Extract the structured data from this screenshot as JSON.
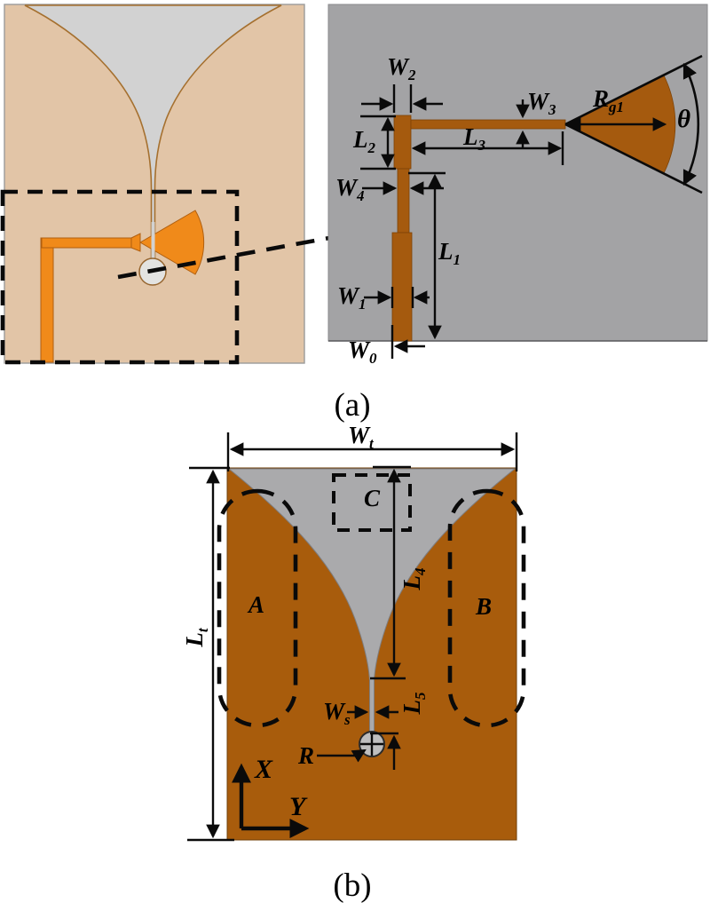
{
  "figure": {
    "captions": {
      "a": "(a)",
      "b": "(b)"
    },
    "labels": {
      "w2": {
        "base": "W",
        "sub": "2"
      },
      "l2": {
        "base": "L",
        "sub": "2"
      },
      "w3": {
        "base": "W",
        "sub": "3"
      },
      "l3": {
        "base": "L",
        "sub": "3"
      },
      "rg1": {
        "base": "R",
        "sub": "g1"
      },
      "theta": {
        "base": "θ",
        "sub": ""
      },
      "w4": {
        "base": "W",
        "sub": "4"
      },
      "l1": {
        "base": "L",
        "sub": "1"
      },
      "w1": {
        "base": "W",
        "sub": "1"
      },
      "w0": {
        "base": "W",
        "sub": "0"
      },
      "wt": {
        "base": "W",
        "sub": "t"
      },
      "lt": {
        "base": "L",
        "sub": "t"
      },
      "l4": {
        "base": "L",
        "sub": "4"
      },
      "l5": {
        "base": "L",
        "sub": "5"
      },
      "ws": {
        "base": "W",
        "sub": "s"
      },
      "r": {
        "base": "R",
        "sub": ""
      },
      "region_a": {
        "base": "A",
        "sub": ""
      },
      "region_b": {
        "base": "B",
        "sub": ""
      },
      "region_c": {
        "base": "C",
        "sub": ""
      },
      "axis_x": {
        "base": "X",
        "sub": ""
      },
      "axis_y": {
        "base": "Y",
        "sub": ""
      }
    },
    "colors": {
      "substrate_tan": "#E2C5A7",
      "flare_gray_light": "#D2D2D2",
      "feed_orange": "#F08A1A",
      "panel_gray": "#A3A3A5",
      "copper_dark": "#A85C0C",
      "strip_copper": "#A55A0E",
      "flare_gray_dark": "#AAAAAC",
      "via_gray_a": "#E3E3E1",
      "via_gray_b": "#BEBEBE",
      "annotation_black": "#0A0A0A"
    }
  }
}
